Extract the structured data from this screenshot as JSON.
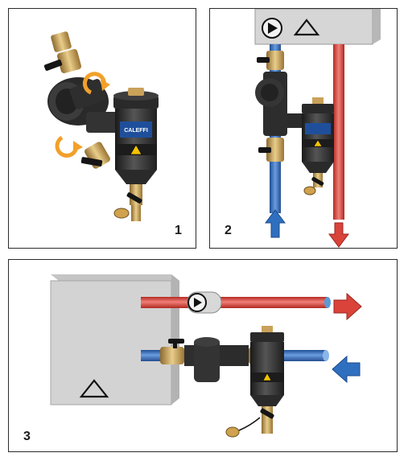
{
  "panels": [
    {
      "number": "1"
    },
    {
      "number": "2"
    },
    {
      "number": "3"
    }
  ],
  "brand_label": "CALEFFI",
  "colors": {
    "cold_pipe": "#2f6fc0",
    "hot_pipe": "#d9433a",
    "arrow_orange": "#f2a02a",
    "boiler_grey": "#d6d6d6",
    "fitting_black": "#2e2e2e",
    "brass": "#c9a15a",
    "handle_black": "#151515"
  },
  "icons": [
    "pump-icon",
    "warning-triangle-icon",
    "rotate-arrow-icon",
    "flow-in-arrow-icon",
    "flow-out-arrow-icon"
  ]
}
